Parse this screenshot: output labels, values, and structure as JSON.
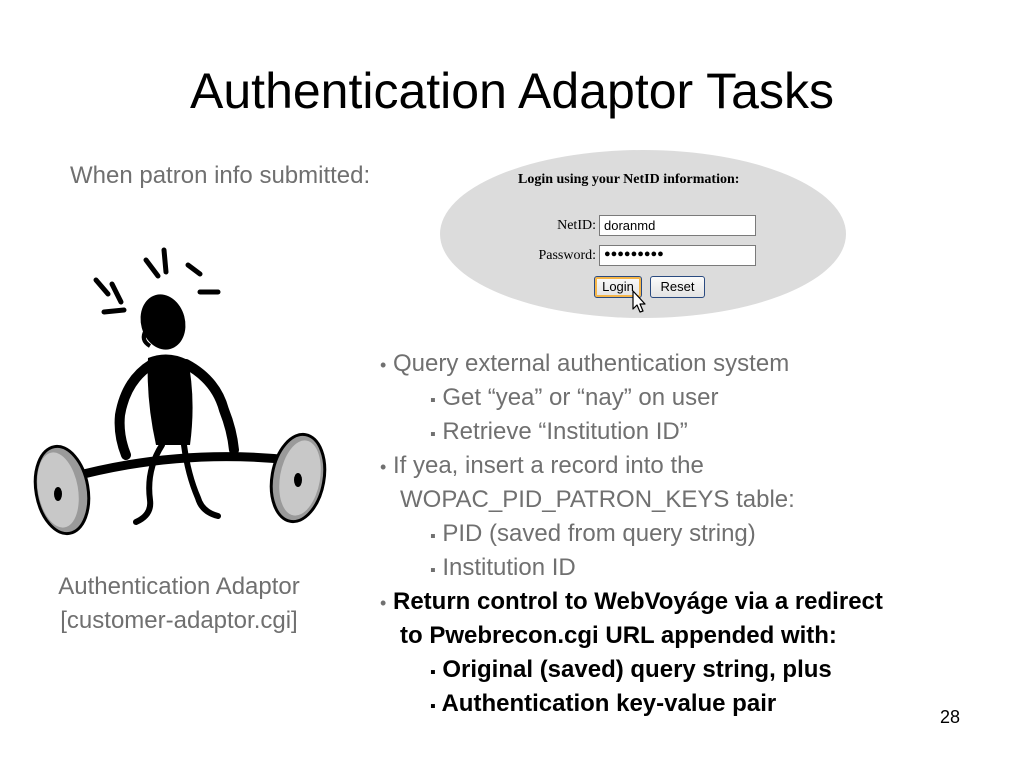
{
  "slide": {
    "title": "Authentication Adaptor Tasks",
    "intro": "When patron info submitted:",
    "page_number": "28"
  },
  "login_form": {
    "heading": "Login using your NetID information:",
    "netid_label": "NetID:",
    "netid_value": "doranmd",
    "password_label": "Password:",
    "password_value": "●●●●●●●●●",
    "login_button": "Login",
    "reset_button": "Reset"
  },
  "bullets": [
    {
      "marker": "•",
      "text": "Query external authentication system"
    },
    {
      "marker": "▪",
      "text": "Get “yea” or “nay” on user"
    },
    {
      "marker": "▪",
      "text": "Retrieve “Institution ID”"
    },
    {
      "marker": "•",
      "text": "If yea, insert a record into the"
    },
    {
      "marker": "",
      "text": "WOPAC_PID_PATRON_KEYS table:"
    },
    {
      "marker": "▪",
      "text": "PID (saved from query string)"
    },
    {
      "marker": "▪",
      "text": "Institution ID"
    },
    {
      "marker": "•",
      "text": "Return control to WebVoyáge via a redirect"
    },
    {
      "marker": "",
      "text": "to Pwebrecon.cgi URL appended with:"
    },
    {
      "marker": "▪",
      "text": "Original (saved) query string, plus"
    },
    {
      "marker": "▪",
      "text": "Authentication key-value pair"
    }
  ],
  "caption": {
    "line1": "Authentication Adaptor",
    "line2": "[customer-adaptor.cgi]"
  },
  "colors": {
    "body_text": "#707070",
    "emphasis_text": "#000000",
    "oval_fill": "#dcdcdc"
  },
  "icons": [
    "weightlifter-clipart",
    "mouse-cursor-icon"
  ]
}
